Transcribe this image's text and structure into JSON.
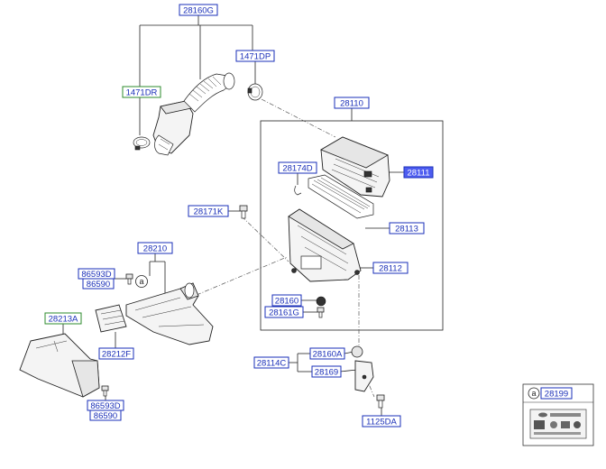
{
  "labels": {
    "l28160G": "28160G",
    "l1471DP": "1471DP",
    "l1471DR": "1471DR",
    "l28110": "28110",
    "l28111": "28111",
    "l28174D": "28174D",
    "l28171K": "28171K",
    "l28113": "28113",
    "l28112": "28112",
    "l28210": "28210",
    "l86593D_a": "86593D",
    "l86590_a": "86590",
    "l28213A": "28213A",
    "l28160": "28160",
    "l28161G": "28161G",
    "l28212F": "28212F",
    "l28160A": "28160A",
    "l28114C": "28114C",
    "l28169": "28169",
    "l86593D_b": "86593D",
    "l86590_b": "86590",
    "l1125DA": "1125DA",
    "l28199": "28199"
  },
  "callout": {
    "letter": "a"
  },
  "colors": {
    "label_border": "#1a2fb8",
    "label_text": "#1a2fb8",
    "label_green_border": "#2e8b2e",
    "selected_fill": "#4d5cf0"
  }
}
